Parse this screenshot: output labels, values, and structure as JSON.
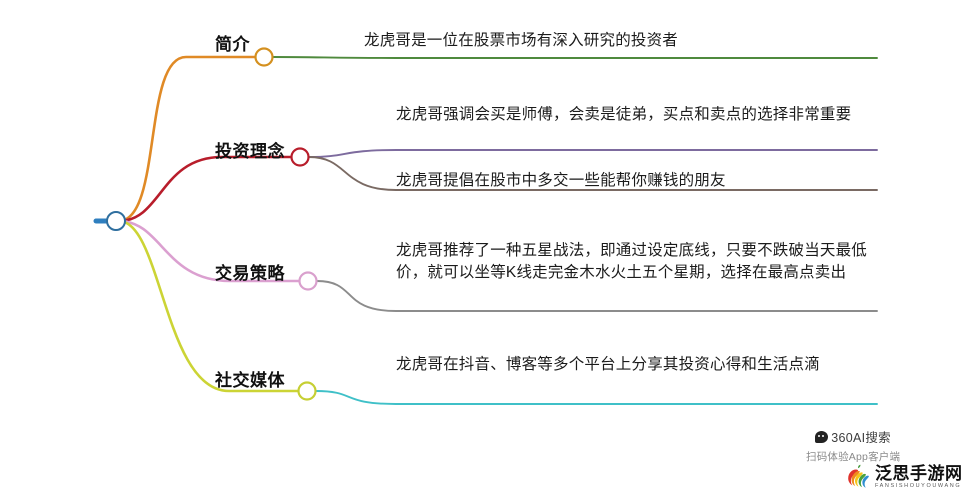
{
  "root": {
    "node_color": "#2f6f9f",
    "stub_color": "#2f7fbf"
  },
  "branches": [
    {
      "label": "简介",
      "branch_color": "#e08a26",
      "node_color": "#d4901f",
      "leaves": [
        {
          "text": "龙虎哥是一位在股票市场有深入研究的投资者",
          "line_color": "#4f8a3d"
        }
      ]
    },
    {
      "label": "投资理念",
      "branch_color": "#b81d2b",
      "node_color": "#b81d2b",
      "leaves": [
        {
          "text": "龙虎哥强调会买是师傅，会卖是徒弟，买点和卖点的选择非常重要",
          "line_color": "#7d6b9e"
        },
        {
          "text": "龙虎哥提倡在股市中多交一些能帮你赚钱的朋友",
          "line_color": "#7a6a63"
        }
      ]
    },
    {
      "label": "交易策略",
      "branch_color": "#dba0d0",
      "node_color": "#d9a0cd",
      "leaves": [
        {
          "text": "龙虎哥推荐了一种五星战法，即通过设定底线，只要不跌破当天最低价，就可以坐等K线走完金木水火土五个星期，选择在最高点卖出",
          "line_color": "#8c8c8c"
        }
      ]
    },
    {
      "label": "社交媒体",
      "branch_color": "#ccd435",
      "node_color": "#c6cf33",
      "leaves": [
        {
          "text": "龙虎哥在抖音、博客等多个平台上分享其投资心得和生活点滴",
          "line_color": "#3fc0c8"
        }
      ]
    }
  ],
  "watermark": {
    "brand": "360AI搜索",
    "subtitle": "扫码体验App客户端"
  },
  "site_logo": {
    "name": "泛思手游网",
    "pinyin": "FANSISHOUYOUWANG"
  }
}
